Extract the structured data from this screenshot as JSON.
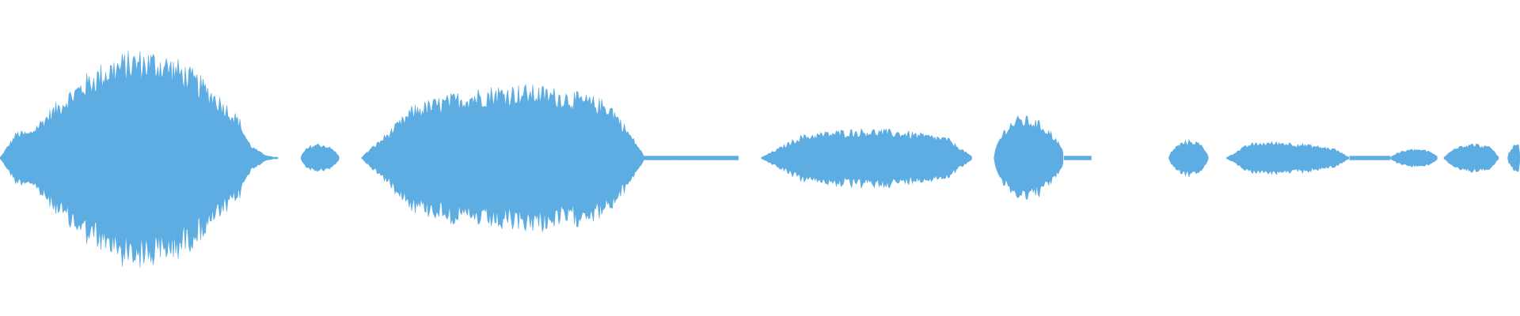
{
  "waveform": {
    "color": "#5dade2",
    "background": "#ffffff",
    "segments": [
      {
        "name": "segment-1",
        "start": 0.0,
        "end": 0.183,
        "peak": 0.59,
        "profile": "swell",
        "peakPos": 0.52
      },
      {
        "name": "segment-2",
        "start": 0.198,
        "end": 0.223,
        "peak": 0.08,
        "profile": "blob",
        "peakPos": 0.45
      },
      {
        "name": "segment-3",
        "start": 0.238,
        "end": 0.424,
        "peak": 0.4,
        "profile": "plateau",
        "peakPos": 0.55
      },
      {
        "name": "segment-3-tail",
        "start": 0.424,
        "end": 0.486,
        "peak": 0.012,
        "profile": "flat",
        "peakPos": 0.5
      },
      {
        "name": "segment-4",
        "start": 0.501,
        "end": 0.64,
        "peak": 0.16,
        "profile": "plateau",
        "peakPos": 0.5
      },
      {
        "name": "segment-5",
        "start": 0.654,
        "end": 0.7,
        "peak": 0.23,
        "profile": "blob",
        "peakPos": 0.4
      },
      {
        "name": "segment-5-tail",
        "start": 0.7,
        "end": 0.718,
        "peak": 0.012,
        "profile": "flat",
        "peakPos": 0.5
      },
      {
        "name": "segment-6",
        "start": 0.769,
        "end": 0.795,
        "peak": 0.1,
        "profile": "blob",
        "peakPos": 0.55
      },
      {
        "name": "segment-7",
        "start": 0.807,
        "end": 0.888,
        "peak": 0.09,
        "profile": "plateau",
        "peakPos": 0.4
      },
      {
        "name": "segment-7-tail",
        "start": 0.888,
        "end": 0.915,
        "peak": 0.012,
        "profile": "flat",
        "peakPos": 0.5
      },
      {
        "name": "segment-8",
        "start": 0.915,
        "end": 0.946,
        "peak": 0.05,
        "profile": "blob",
        "peakPos": 0.55
      },
      {
        "name": "segment-9",
        "start": 0.95,
        "end": 0.986,
        "peak": 0.08,
        "profile": "plateau",
        "peakPos": 0.5
      },
      {
        "name": "segment-10",
        "start": 0.992,
        "end": 1.0,
        "peak": 0.08,
        "profile": "blob",
        "peakPos": 0.8
      }
    ]
  }
}
